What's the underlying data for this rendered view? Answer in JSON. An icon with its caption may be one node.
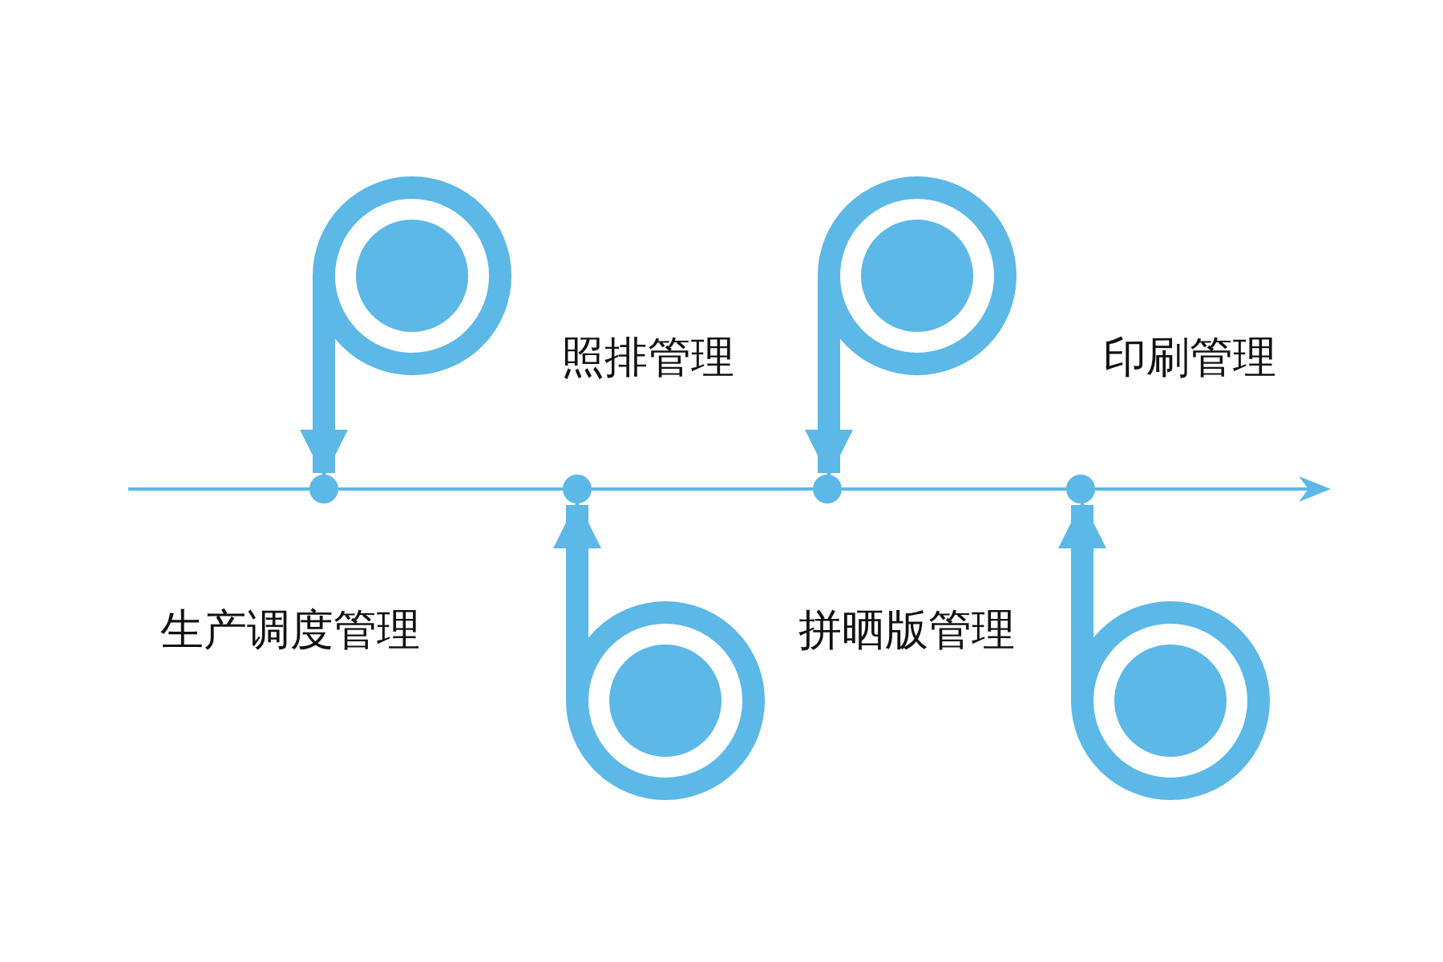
{
  "diagram": {
    "nodes": [
      {
        "text": [],
        "shape": "circle"
      },
      {
        "text": [],
        "shape": "circle"
      },
      {
        "text": [],
        "shape": "circle"
      },
      {
        "text": [],
        "shape": "circle"
      },
      {
        "text": [],
        "shape": "circle"
      },
      {
        "text": [],
        "shape": "circle"
      },
      {
        "text": [],
        "shape": "circle"
      },
      {
        "text": [],
        "shape": "circle"
      }
    ],
    "edges": [
      {
        "from": null,
        "to": 0,
        "arrow": "none"
      },
      {
        "from": 0,
        "to": 1,
        "arrow": "none"
      },
      {
        "from": 1,
        "to": 2,
        "arrow": "none"
      },
      {
        "from": 2,
        "to": 3,
        "arrow": "none"
      },
      {
        "from": 3,
        "to": null,
        "arrow": "to"
      },
      {
        "from": 4,
        "to": 0,
        "arrow": "to",
        "style": "thick"
      },
      {
        "from": 5,
        "to": 1,
        "arrow": "to",
        "style": "thick"
      },
      {
        "from": 6,
        "to": 2,
        "arrow": "to",
        "style": "thick"
      },
      {
        "from": 7,
        "to": 3,
        "arrow": "to",
        "style": "thick"
      }
    ],
    "labels": [
      "照排管理",
      "印刷管理",
      "生产调度管理",
      "拼晒版管理"
    ]
  }
}
